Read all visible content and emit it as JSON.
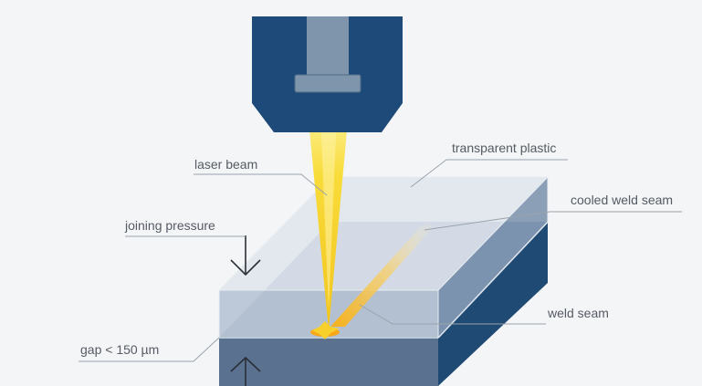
{
  "labels": {
    "transparent_plastic": "transparent plastic",
    "laser_beam": "laser beam",
    "cooled_weld_seam": "cooled weld seam",
    "joining_pressure": "joining pressure",
    "weld_seam": "weld seam",
    "gap": "gap < 150 µm"
  },
  "colors": {
    "background": "#f4f5f7",
    "nozzle_dark": "#1d4a78",
    "nozzle_light": "#7f95ab",
    "laser_yellow": "#f7d838",
    "weld_orange": "#f3b020",
    "plastic_top": "#dfe4ec",
    "plastic_front": "#b7c3d4",
    "base_front": "#5a7190",
    "base_side": "#1f4a73",
    "label_text": "#555b63",
    "leader_line": "#9aa3ad"
  }
}
